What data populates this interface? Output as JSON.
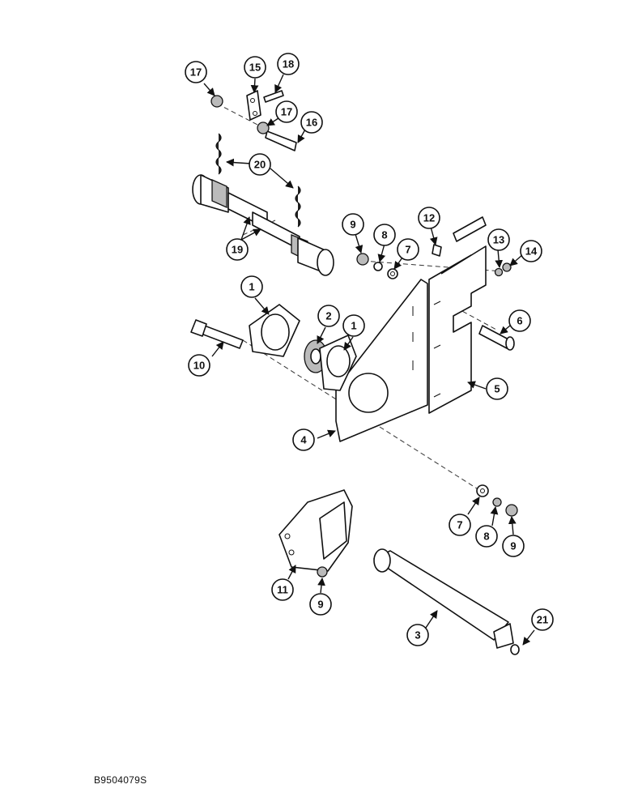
{
  "figure": {
    "code": "B9504079S"
  },
  "callouts": [
    "17",
    "15",
    "18",
    "17",
    "16",
    "20",
    "19",
    "9",
    "8",
    "7",
    "12",
    "13",
    "14",
    "1",
    "2",
    "1",
    "10",
    "6",
    "4",
    "5",
    "7",
    "8",
    "9",
    "11",
    "9",
    "3",
    "21"
  ]
}
